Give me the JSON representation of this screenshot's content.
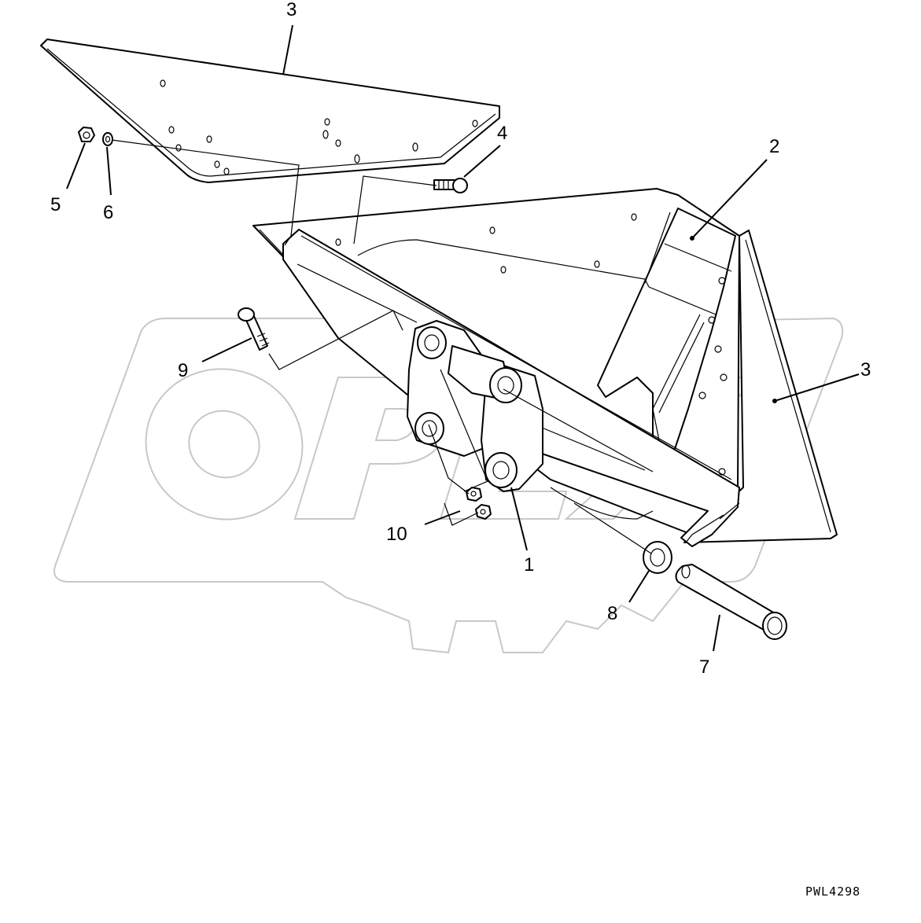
{
  "diagram": {
    "drawing_code": "PWL4298",
    "colors": {
      "line": "#000000",
      "background": "#ffffff",
      "watermark": "#c8c8c8"
    },
    "watermark_text": "OPEX",
    "callouts": [
      {
        "id": "plate-3-top",
        "label": "3"
      },
      {
        "id": "bolt-4",
        "label": "4"
      },
      {
        "id": "plate-2",
        "label": "2"
      },
      {
        "id": "nut-5",
        "label": "5"
      },
      {
        "id": "washer-6",
        "label": "6"
      },
      {
        "id": "plate-3-right",
        "label": "3"
      },
      {
        "id": "bolt-9",
        "label": "9"
      },
      {
        "id": "nut-10",
        "label": "10"
      },
      {
        "id": "frame-1",
        "label": "1"
      },
      {
        "id": "spacer-8",
        "label": "8"
      },
      {
        "id": "pin-7",
        "label": "7"
      }
    ]
  }
}
